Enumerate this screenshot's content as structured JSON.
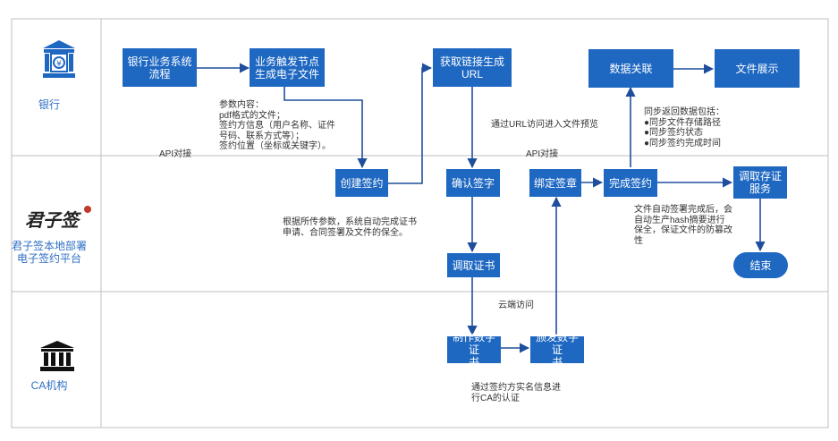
{
  "lanes": [
    {
      "label": "银行",
      "icon": "bank-building-icon"
    },
    {
      "label_lines": [
        "君子签本地部署",
        "电子签约平台"
      ],
      "logo_text": "君子签",
      "icon": "junziqian-logo"
    },
    {
      "label": "CA机构",
      "icon": "institution-columns-icon"
    }
  ],
  "nodes": {
    "bank_flow": {
      "lines": [
        "银行业务系统",
        "流程"
      ]
    },
    "trigger": {
      "lines": [
        "业务触发节点",
        "生成电子文件"
      ]
    },
    "get_url": {
      "lines": [
        "获取链接生成",
        "URL"
      ]
    },
    "data_link": {
      "lines": [
        "数据关联"
      ]
    },
    "file_show": {
      "lines": [
        "文件展示"
      ]
    },
    "create_sign": {
      "lines": [
        "创建签约"
      ]
    },
    "confirm_sign": {
      "lines": [
        "确认签字"
      ]
    },
    "bind_seal": {
      "lines": [
        "绑定签章"
      ]
    },
    "complete_sign": {
      "lines": [
        "完成签约"
      ]
    },
    "fetch_evidence": {
      "lines": [
        "调取存证",
        "服务"
      ]
    },
    "end": {
      "lines": [
        "结束"
      ]
    },
    "fetch_cert": {
      "lines": [
        "调取证书"
      ]
    },
    "make_cert": {
      "lines": [
        "制作数字证",
        "书"
      ]
    },
    "issue_cert": {
      "lines": [
        "颁发数字证",
        "书"
      ]
    }
  },
  "notes": {
    "params": [
      "参数内容：",
      "pdf格式的文件；",
      "签约方信息（用户名称、证件",
      "号码、联系方式等）；",
      "签约位置（坐标或关键字）。"
    ],
    "url_preview": [
      "通过URL访问进入文件预览"
    ],
    "sync": [
      "同步返回数据包括：",
      "●同步文件存储路径",
      "●同步签约状态",
      "●同步签约完成时间"
    ],
    "api1": [
      "API对接"
    ],
    "api2": [
      "API对接"
    ],
    "auto_cert": [
      "根据所传参数，系统自动完成证书",
      "申请、合同签署及文件的保全。"
    ],
    "auto_hash": [
      "文件自动签署完成后，会",
      "自动生产hash摘要进行",
      "保全，保证文件的防篡改",
      "性"
    ],
    "cloud": [
      "云端访问"
    ],
    "ca_auth": [
      "通过签约方实名信息进",
      "行CA的认证"
    ]
  },
  "colors": {
    "box": "#1f68c2",
    "line": "#1f4f9c",
    "lane_label": "#2f6fc4",
    "border": "#bfbfbf",
    "logo_red": "#c0392b"
  }
}
